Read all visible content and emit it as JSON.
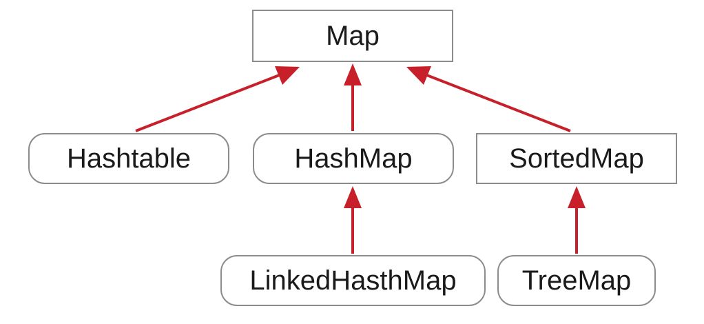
{
  "diagram": {
    "nodes": [
      {
        "id": "map",
        "label": "Map",
        "kind": "interface"
      },
      {
        "id": "hashtable",
        "label": "Hashtable",
        "kind": "class"
      },
      {
        "id": "hashmap",
        "label": "HashMap",
        "kind": "class"
      },
      {
        "id": "sortedmap",
        "label": "SortedMap",
        "kind": "interface"
      },
      {
        "id": "linkedhashmap",
        "label": "LinkedHasthMap",
        "kind": "class"
      },
      {
        "id": "treemap",
        "label": "TreeMap",
        "kind": "class"
      }
    ],
    "edges": [
      {
        "from": "hashtable",
        "to": "map"
      },
      {
        "from": "hashmap",
        "to": "map"
      },
      {
        "from": "sortedmap",
        "to": "map"
      },
      {
        "from": "linkedhashmap",
        "to": "hashmap"
      },
      {
        "from": "treemap",
        "to": "sortedmap"
      }
    ],
    "colors": {
      "arrow": "#c8202a",
      "border": "#8c8c8c",
      "text": "#1a1a1a"
    }
  }
}
